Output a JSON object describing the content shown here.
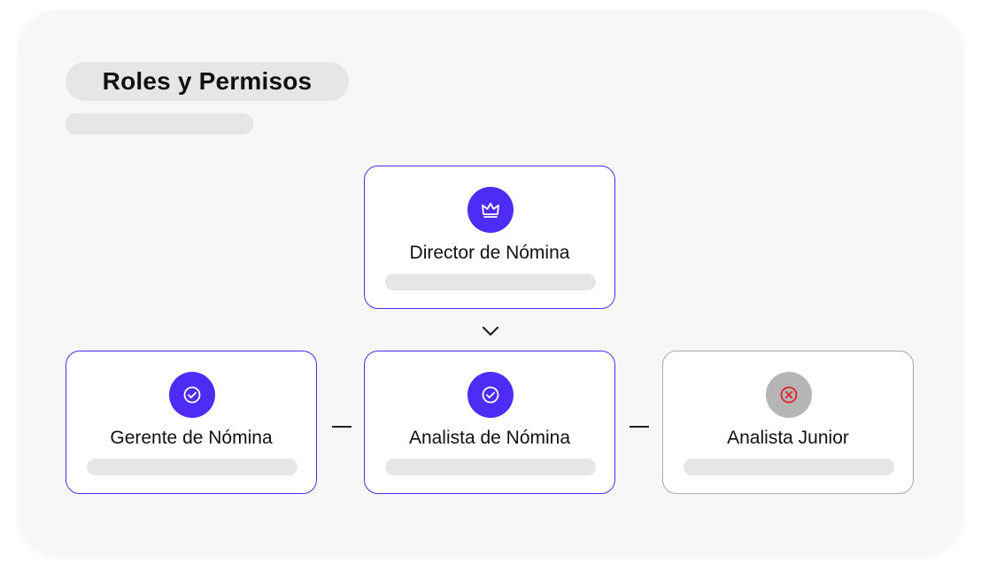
{
  "header": {
    "title": "Roles y Permisos"
  },
  "roles": {
    "top": {
      "label": "Director de Nómina",
      "icon": "crown-icon",
      "status": "active"
    },
    "row": [
      {
        "label": "Gerente de Nómina",
        "icon": "check-circle-icon",
        "status": "active"
      },
      {
        "label": "Analista de Nómina",
        "icon": "check-circle-icon",
        "status": "active"
      },
      {
        "label": "Analista Junior",
        "icon": "x-circle-icon",
        "status": "inactive"
      }
    ]
  },
  "colors": {
    "accent": "#4f2cf5",
    "inactive_icon_bg": "#b5b5b5",
    "error": "#e0212a",
    "panel_bg": "#f7f7f7",
    "placeholder": "#e6e6e6"
  }
}
